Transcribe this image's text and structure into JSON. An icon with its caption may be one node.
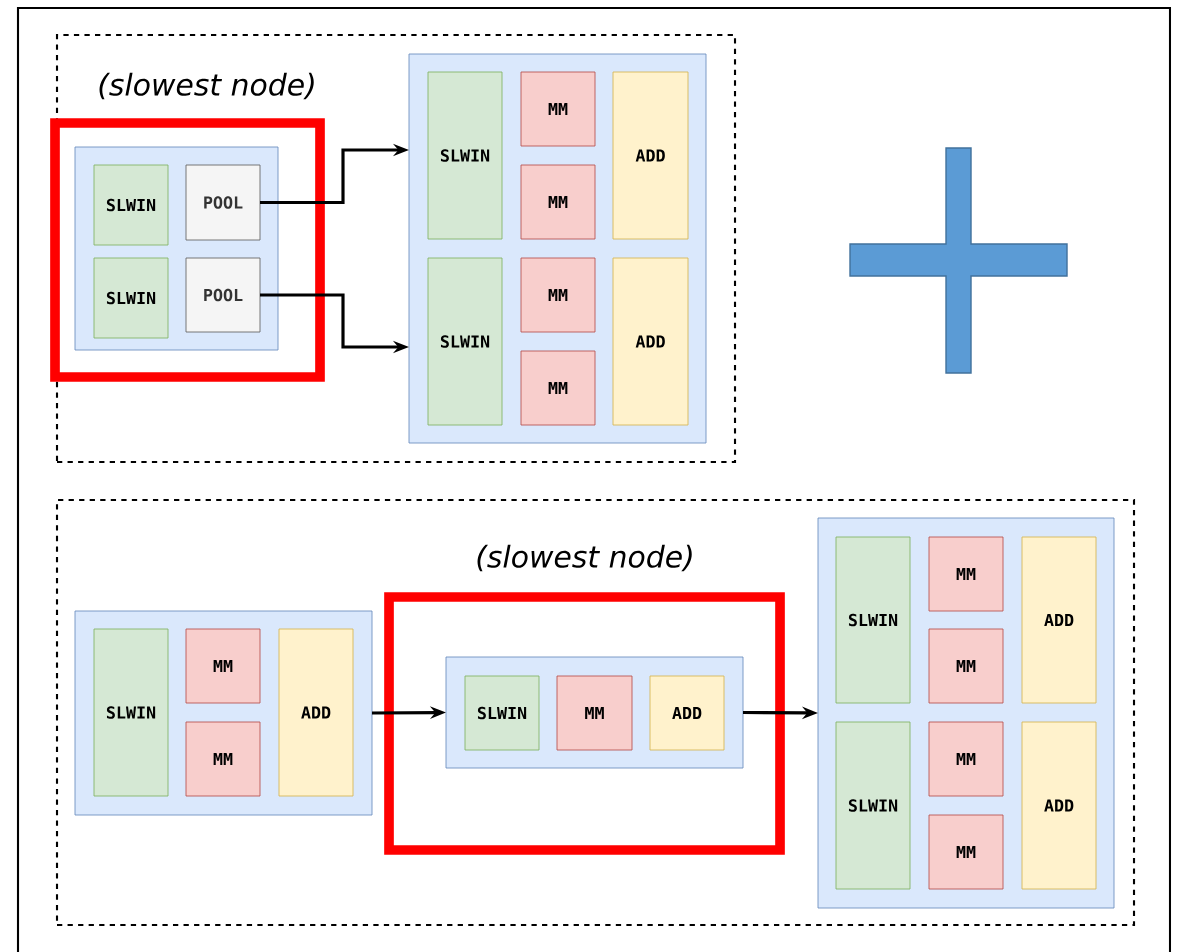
{
  "diagram": {
    "nodes": [
      {
        "text": [],
        "shape": "box"
      },
      {
        "text": [
          "(slowest node)"
        ],
        "in": 0
      },
      {
        "text": [],
        "shape": "box",
        "in": 1
      },
      {
        "text": [
          "SLWIN"
        ],
        "in": 2
      },
      {
        "text": [
          "POOL"
        ],
        "in": 2
      },
      {
        "text": [
          "SLWIN"
        ],
        "in": 2
      },
      {
        "text": [
          "POOL"
        ],
        "in": 2
      },
      {
        "text": [],
        "shape": "box",
        "in": 0
      },
      {
        "text": [
          "SLWIN"
        ],
        "in": 7
      },
      {
        "text": [
          "MM"
        ],
        "in": 7
      },
      {
        "text": [
          "MM"
        ],
        "in": 7
      },
      {
        "text": [
          "ADD"
        ],
        "in": 7
      },
      {
        "text": [
          "SLWIN"
        ],
        "in": 7
      },
      {
        "text": [
          "MM"
        ],
        "in": 7
      },
      {
        "text": [
          "MM"
        ],
        "in": 7
      },
      {
        "text": [
          "ADD"
        ],
        "in": 7
      },
      {
        "text": [],
        "shape": "box"
      },
      {
        "text": [],
        "shape": "box",
        "in": 16
      },
      {
        "text": [
          "SLWIN"
        ],
        "in": 17
      },
      {
        "text": [
          "MM"
        ],
        "in": 17
      },
      {
        "text": [
          "MM"
        ],
        "in": 17
      },
      {
        "text": [
          "ADD"
        ],
        "in": 17
      },
      {
        "text": [
          "(slowest node)"
        ],
        "in": 16
      },
      {
        "text": [],
        "shape": "box",
        "in": 22
      },
      {
        "text": [
          "SLWIN"
        ],
        "in": 23
      },
      {
        "text": [
          "MM"
        ],
        "in": 23
      },
      {
        "text": [
          "ADD"
        ],
        "in": 23
      },
      {
        "text": [],
        "shape": "box",
        "in": 16
      },
      {
        "text": [
          "SLWIN"
        ],
        "in": 27
      },
      {
        "text": [
          "MM"
        ],
        "in": 27
      },
      {
        "text": [
          "MM"
        ],
        "in": 27
      },
      {
        "text": [
          "ADD"
        ],
        "in": 27
      },
      {
        "text": [
          "SLWIN"
        ],
        "in": 27
      },
      {
        "text": [
          "MM"
        ],
        "in": 27
      },
      {
        "text": [
          "MM"
        ],
        "in": 27
      },
      {
        "text": [
          "ADD"
        ],
        "in": 27
      },
      {
        "text": [],
        "shape": "plus"
      }
    ],
    "edges": [
      {
        "from": 4,
        "to": 7,
        "arrow": "to"
      },
      {
        "from": 6,
        "to": 7,
        "arrow": "to"
      },
      {
        "from": 17,
        "to": 23,
        "arrow": "to"
      },
      {
        "from": 23,
        "to": 27,
        "arrow": "to"
      }
    ]
  }
}
